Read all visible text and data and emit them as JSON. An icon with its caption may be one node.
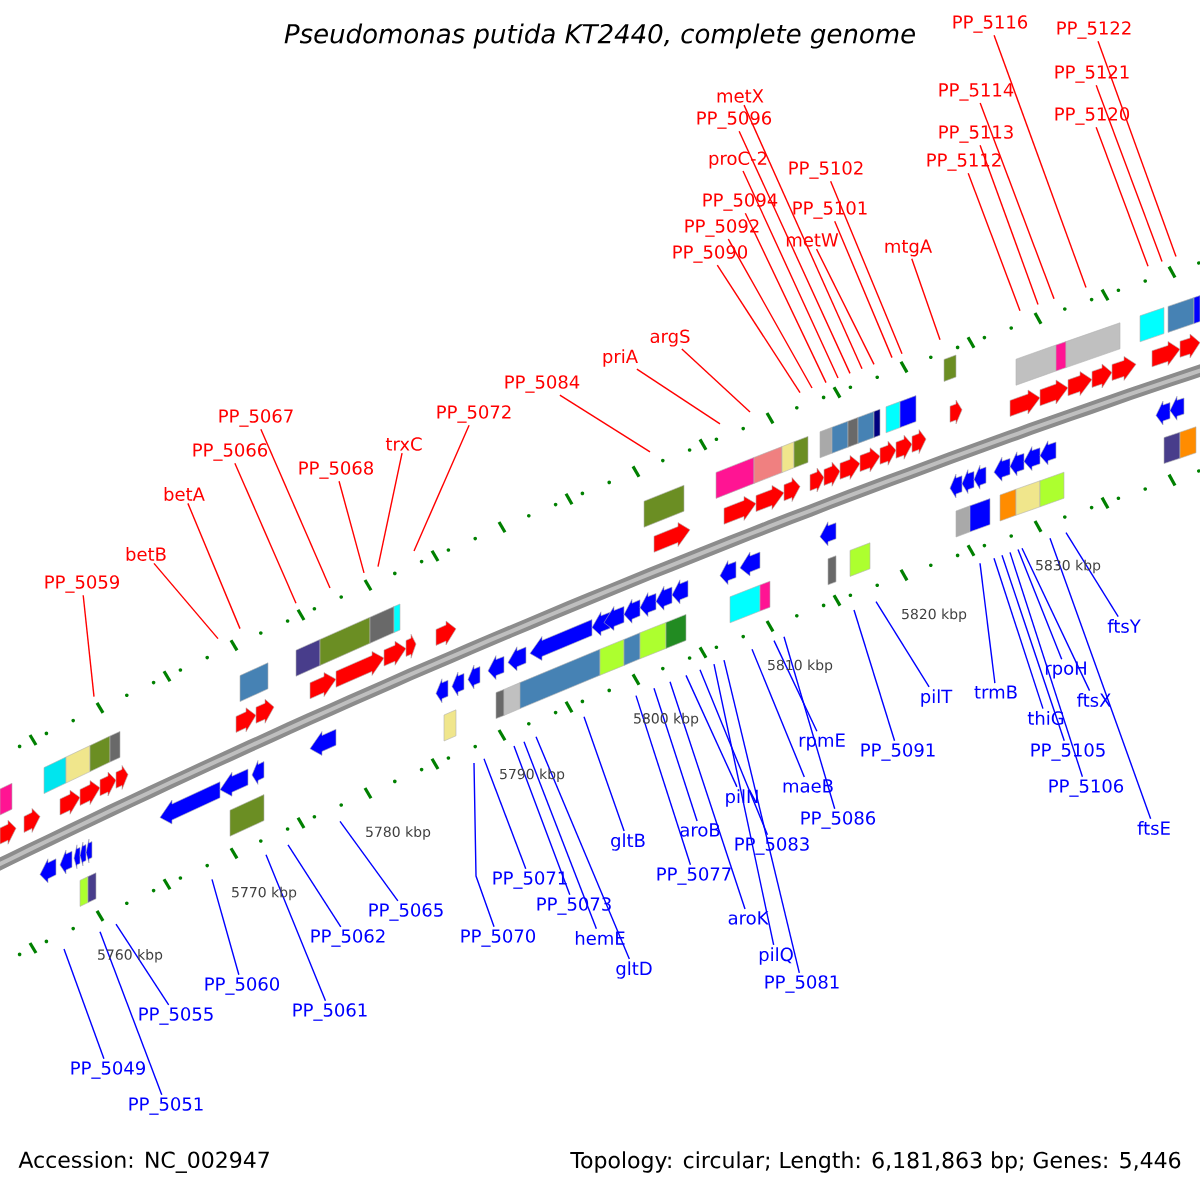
{
  "diagram": {
    "title": "Pseudomonas putida KT2440, complete genome",
    "nodes": [
      {
        "text": [
          "PP_5059"
        ]
      },
      {
        "text": [
          "betB"
        ]
      },
      {
        "text": [
          "betA"
        ]
      },
      {
        "text": [
          "PP_5066"
        ]
      },
      {
        "text": [
          "PP_5067"
        ]
      },
      {
        "text": [
          "PP_5068"
        ]
      },
      {
        "text": [
          "trxC"
        ]
      },
      {
        "text": [
          "PP_5072"
        ]
      },
      {
        "text": [
          "PP_5084"
        ]
      },
      {
        "text": [
          "priA"
        ]
      },
      {
        "text": [
          "argS"
        ]
      },
      {
        "text": [
          "PP_5090"
        ]
      },
      {
        "text": [
          "PP_5092"
        ]
      },
      {
        "text": [
          "PP_5094"
        ]
      },
      {
        "text": [
          "proC-2"
        ]
      },
      {
        "text": [
          "PP_5096"
        ]
      },
      {
        "text": [
          "metX"
        ]
      },
      {
        "text": [
          "metW"
        ]
      },
      {
        "text": [
          "PP_5101"
        ]
      },
      {
        "text": [
          "PP_5102"
        ]
      },
      {
        "text": [
          "mtgA"
        ]
      },
      {
        "text": [
          "PP_5112"
        ]
      },
      {
        "text": [
          "PP_5113"
        ]
      },
      {
        "text": [
          "PP_5114"
        ]
      },
      {
        "text": [
          "PP_5116"
        ]
      },
      {
        "text": [
          "PP_5120"
        ]
      },
      {
        "text": [
          "PP_5121"
        ]
      },
      {
        "text": [
          "PP_5122"
        ]
      },
      {
        "text": [
          "PP_5049"
        ]
      },
      {
        "text": [
          "PP_5051"
        ]
      },
      {
        "text": [
          "PP_5055"
        ]
      },
      {
        "text": [
          "PP_5060"
        ]
      },
      {
        "text": [
          "PP_5061"
        ]
      },
      {
        "text": [
          "PP_5062"
        ]
      },
      {
        "text": [
          "PP_5065"
        ]
      },
      {
        "text": [
          "PP_5070"
        ]
      },
      {
        "text": [
          "PP_5071"
        ]
      },
      {
        "text": [
          "PP_5073"
        ]
      },
      {
        "text": [
          "hemE"
        ]
      },
      {
        "text": [
          "gltD"
        ]
      },
      {
        "text": [
          "gltB"
        ]
      },
      {
        "text": [
          "aroB"
        ]
      },
      {
        "text": [
          "PP_5077"
        ]
      },
      {
        "text": [
          "pilN"
        ]
      },
      {
        "text": [
          "PP_5083"
        ]
      },
      {
        "text": [
          "aroK"
        ]
      },
      {
        "text": [
          "pilQ"
        ]
      },
      {
        "text": [
          "PP_5081"
        ]
      },
      {
        "text": [
          "rpmE"
        ]
      },
      {
        "text": [
          "maeB"
        ]
      },
      {
        "text": [
          "PP_5086"
        ]
      },
      {
        "text": [
          "PP_5091"
        ]
      },
      {
        "text": [
          "pilT"
        ]
      },
      {
        "text": [
          "trmB"
        ]
      },
      {
        "text": [
          "thiG"
        ]
      },
      {
        "text": [
          "PP_5105"
        ]
      },
      {
        "text": [
          "PP_5106"
        ]
      },
      {
        "text": [
          "rpoH"
        ]
      },
      {
        "text": [
          "ftsX"
        ]
      },
      {
        "text": [
          "ftsY"
        ]
      },
      {
        "text": [
          "ftsE"
        ]
      }
    ],
    "edges": [
      {
        "from": 0,
        "to": null,
        "arrow": "none",
        "color": "#ff0000"
      },
      {
        "from": 1,
        "to": null,
        "arrow": "none",
        "color": "#ff0000"
      },
      {
        "from": 2,
        "to": null,
        "arrow": "none",
        "color": "#ff0000"
      },
      {
        "from": 3,
        "to": null,
        "arrow": "none",
        "color": "#ff0000"
      },
      {
        "from": 4,
        "to": null,
        "arrow": "none",
        "color": "#ff0000"
      },
      {
        "from": 5,
        "to": null,
        "arrow": "none",
        "color": "#ff0000"
      },
      {
        "from": 6,
        "to": null,
        "arrow": "none",
        "color": "#ff0000"
      },
      {
        "from": 7,
        "to": null,
        "arrow": "none",
        "color": "#ff0000"
      },
      {
        "from": 8,
        "to": null,
        "arrow": "none",
        "color": "#ff0000"
      },
      {
        "from": 9,
        "to": null,
        "arrow": "none",
        "color": "#ff0000"
      },
      {
        "from": 10,
        "to": null,
        "arrow": "none",
        "color": "#ff0000"
      },
      {
        "from": 11,
        "to": null,
        "arrow": "none",
        "color": "#ff0000"
      },
      {
        "from": 12,
        "to": null,
        "arrow": "none",
        "color": "#ff0000"
      },
      {
        "from": 13,
        "to": null,
        "arrow": "none",
        "color": "#ff0000"
      },
      {
        "from": 14,
        "to": null,
        "arrow": "none",
        "color": "#ff0000"
      },
      {
        "from": 15,
        "to": null,
        "arrow": "none",
        "color": "#ff0000"
      },
      {
        "from": 16,
        "to": null,
        "arrow": "none",
        "color": "#ff0000"
      },
      {
        "from": 17,
        "to": null,
        "arrow": "none",
        "color": "#ff0000"
      },
      {
        "from": 18,
        "to": null,
        "arrow": "none",
        "color": "#ff0000"
      },
      {
        "from": 19,
        "to": null,
        "arrow": "none",
        "color": "#ff0000"
      },
      {
        "from": 20,
        "to": null,
        "arrow": "none",
        "color": "#ff0000"
      },
      {
        "from": 21,
        "to": null,
        "arrow": "none",
        "color": "#ff0000"
      },
      {
        "from": 22,
        "to": null,
        "arrow": "none",
        "color": "#ff0000"
      },
      {
        "from": 23,
        "to": null,
        "arrow": "none",
        "color": "#ff0000"
      },
      {
        "from": 24,
        "to": null,
        "arrow": "none",
        "color": "#ff0000"
      },
      {
        "from": 25,
        "to": null,
        "arrow": "none",
        "color": "#ff0000"
      },
      {
        "from": 26,
        "to": null,
        "arrow": "none",
        "color": "#ff0000"
      },
      {
        "from": 27,
        "to": null,
        "arrow": "none",
        "color": "#ff0000"
      },
      {
        "from": 28,
        "to": null,
        "arrow": "none"
      },
      {
        "from": 29,
        "to": null,
        "arrow": "none"
      },
      {
        "from": 30,
        "to": null,
        "arrow": "none"
      },
      {
        "from": 31,
        "to": null,
        "arrow": "none"
      },
      {
        "from": 32,
        "to": null,
        "arrow": "none"
      },
      {
        "from": 33,
        "to": null,
        "arrow": "none"
      },
      {
        "from": 34,
        "to": null,
        "arrow": "none"
      },
      {
        "from": 35,
        "to": null,
        "arrow": "none"
      },
      {
        "from": 36,
        "to": null,
        "arrow": "none"
      },
      {
        "from": 37,
        "to": null,
        "arrow": "none"
      },
      {
        "from": 38,
        "to": null,
        "arrow": "none"
      },
      {
        "from": 39,
        "to": null,
        "arrow": "none"
      },
      {
        "from": 40,
        "to": null,
        "arrow": "none"
      },
      {
        "from": 41,
        "to": null,
        "arrow": "none"
      },
      {
        "from": 42,
        "to": null,
        "arrow": "none"
      },
      {
        "from": 43,
        "to": null,
        "arrow": "none"
      },
      {
        "from": 44,
        "to": null,
        "arrow": "none"
      },
      {
        "from": 45,
        "to": null,
        "arrow": "none"
      },
      {
        "from": 46,
        "to": null,
        "arrow": "none"
      },
      {
        "from": 47,
        "to": null,
        "arrow": "none"
      },
      {
        "from": 48,
        "to": null,
        "arrow": "none"
      },
      {
        "from": 49,
        "to": null,
        "arrow": "none"
      },
      {
        "from": 50,
        "to": null,
        "arrow": "none"
      },
      {
        "from": 51,
        "to": null,
        "arrow": "none"
      },
      {
        "from": 52,
        "to": null,
        "arrow": "none"
      },
      {
        "from": 53,
        "to": null,
        "arrow": "none"
      },
      {
        "from": 54,
        "to": null,
        "arrow": "none"
      },
      {
        "from": 55,
        "to": null,
        "arrow": "none"
      },
      {
        "from": 56,
        "to": null,
        "arrow": "none"
      },
      {
        "from": 57,
        "to": null,
        "arrow": "none"
      },
      {
        "from": 58,
        "to": null,
        "arrow": "none"
      },
      {
        "from": 59,
        "to": null,
        "arrow": "none"
      },
      {
        "from": 60,
        "to": null,
        "arrow": "none"
      }
    ],
    "labels": [
      "5760 kbp",
      "5770 kbp",
      "5780 kbp",
      "5790 kbp",
      "5800 kbp",
      "5810 kbp",
      "5820 kbp",
      "5830 kbp",
      "Accession: NC_002947",
      "Topology: circular; Length: 6,181,863 bp; Genes: 5,446"
    ]
  }
}
